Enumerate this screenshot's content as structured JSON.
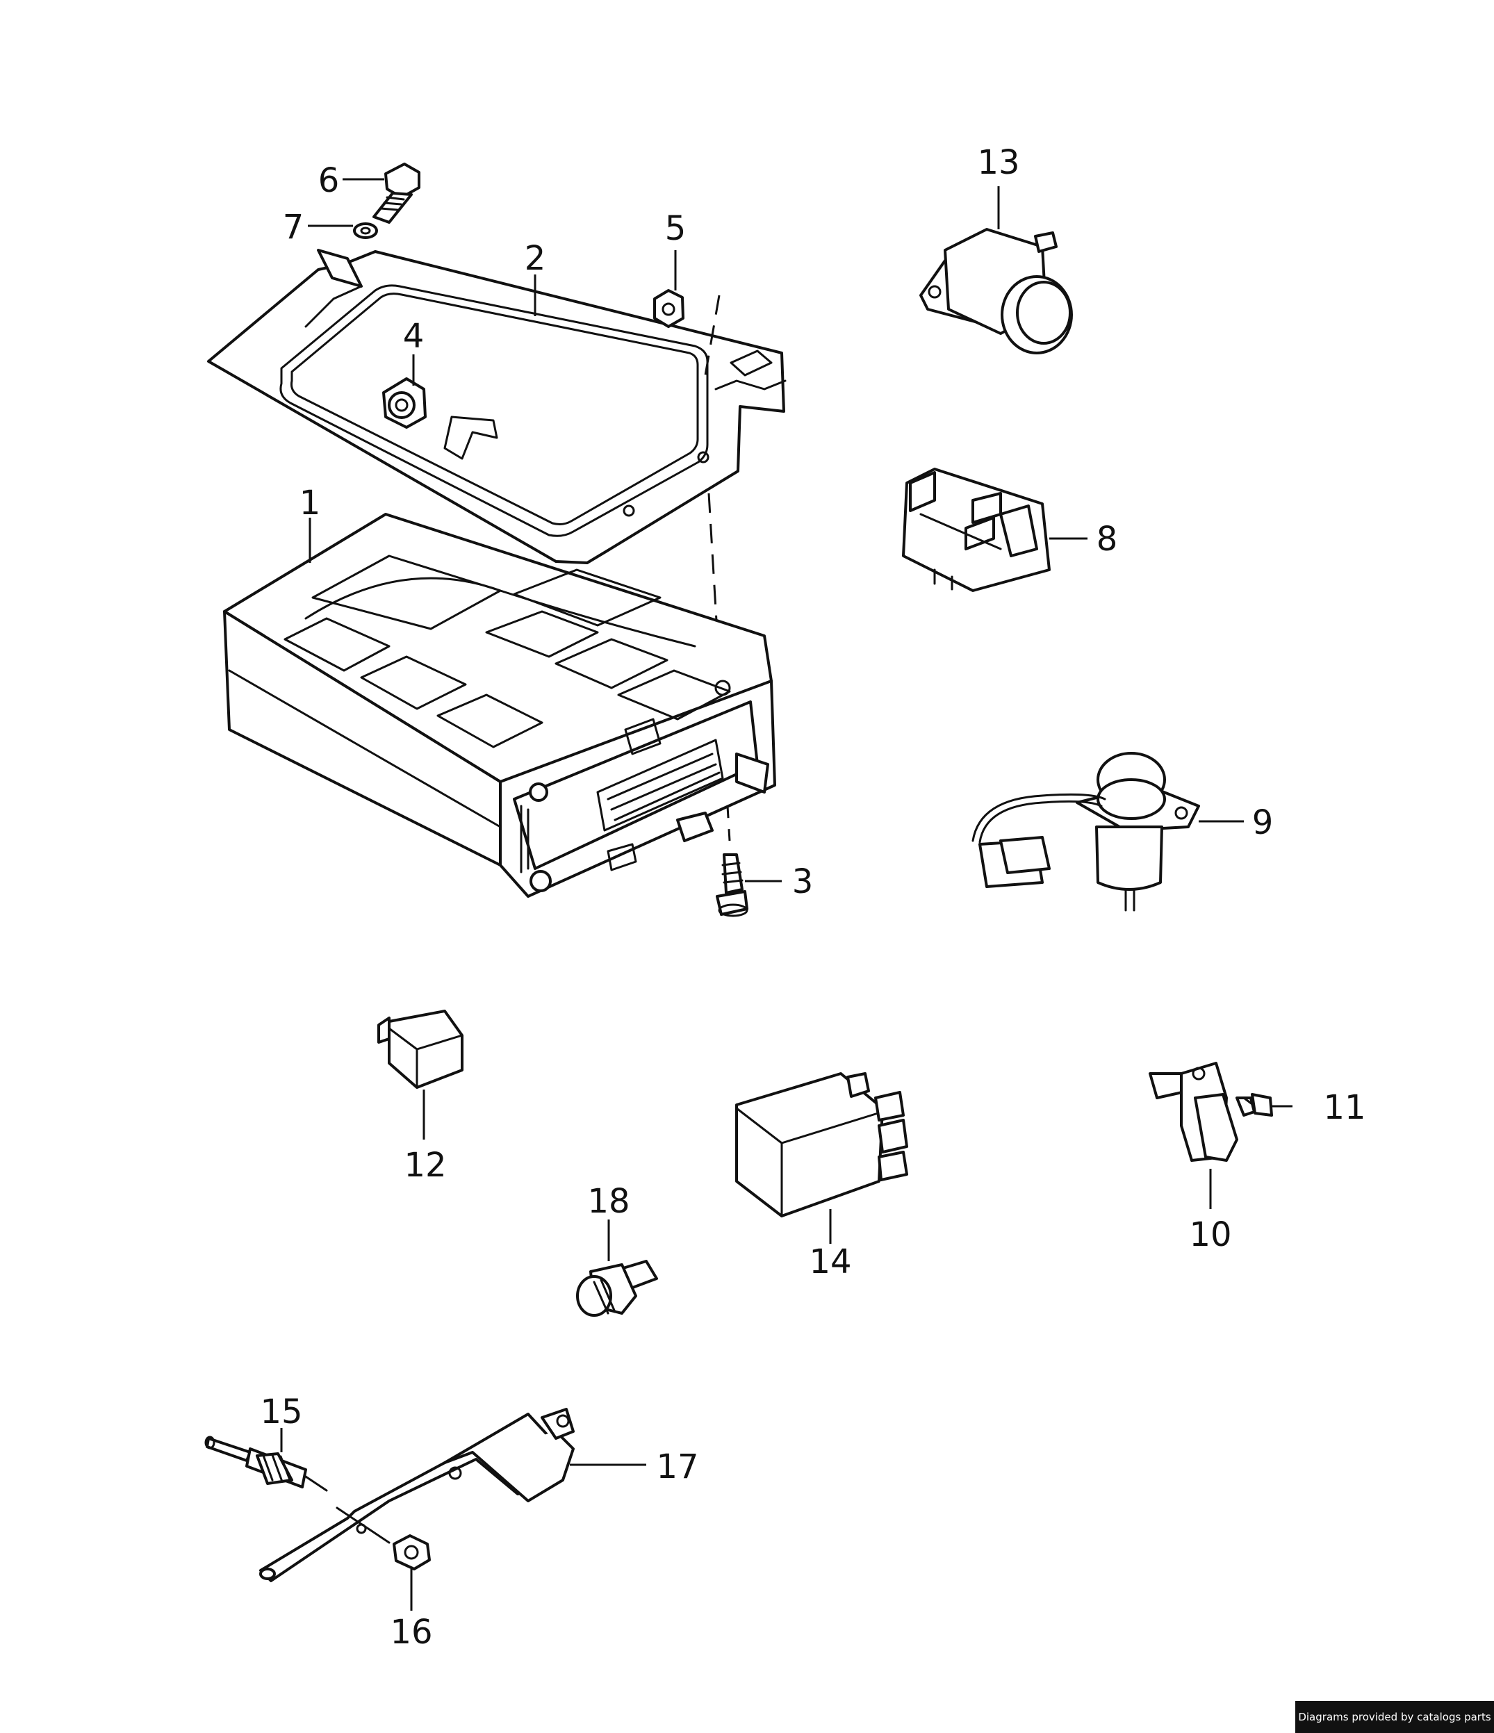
{
  "callouts": [
    {
      "id": "label-1",
      "text": "1"
    },
    {
      "id": "label-2",
      "text": "2"
    },
    {
      "id": "label-3",
      "text": "3"
    },
    {
      "id": "label-4",
      "text": "4"
    },
    {
      "id": "label-5",
      "text": "5"
    },
    {
      "id": "label-6",
      "text": "6"
    },
    {
      "id": "label-7",
      "text": "7"
    },
    {
      "id": "label-8",
      "text": "8"
    },
    {
      "id": "label-9",
      "text": "9"
    },
    {
      "id": "label-10",
      "text": "10"
    },
    {
      "id": "label-11",
      "text": "11"
    },
    {
      "id": "label-12",
      "text": "12"
    },
    {
      "id": "label-13",
      "text": "13"
    },
    {
      "id": "label-14",
      "text": "14"
    },
    {
      "id": "label-15",
      "text": "15"
    },
    {
      "id": "label-16",
      "text": "16"
    },
    {
      "id": "label-17",
      "text": "17"
    },
    {
      "id": "label-18",
      "text": "18"
    }
  ],
  "credit": "Diagrams provided by catalogs parts"
}
